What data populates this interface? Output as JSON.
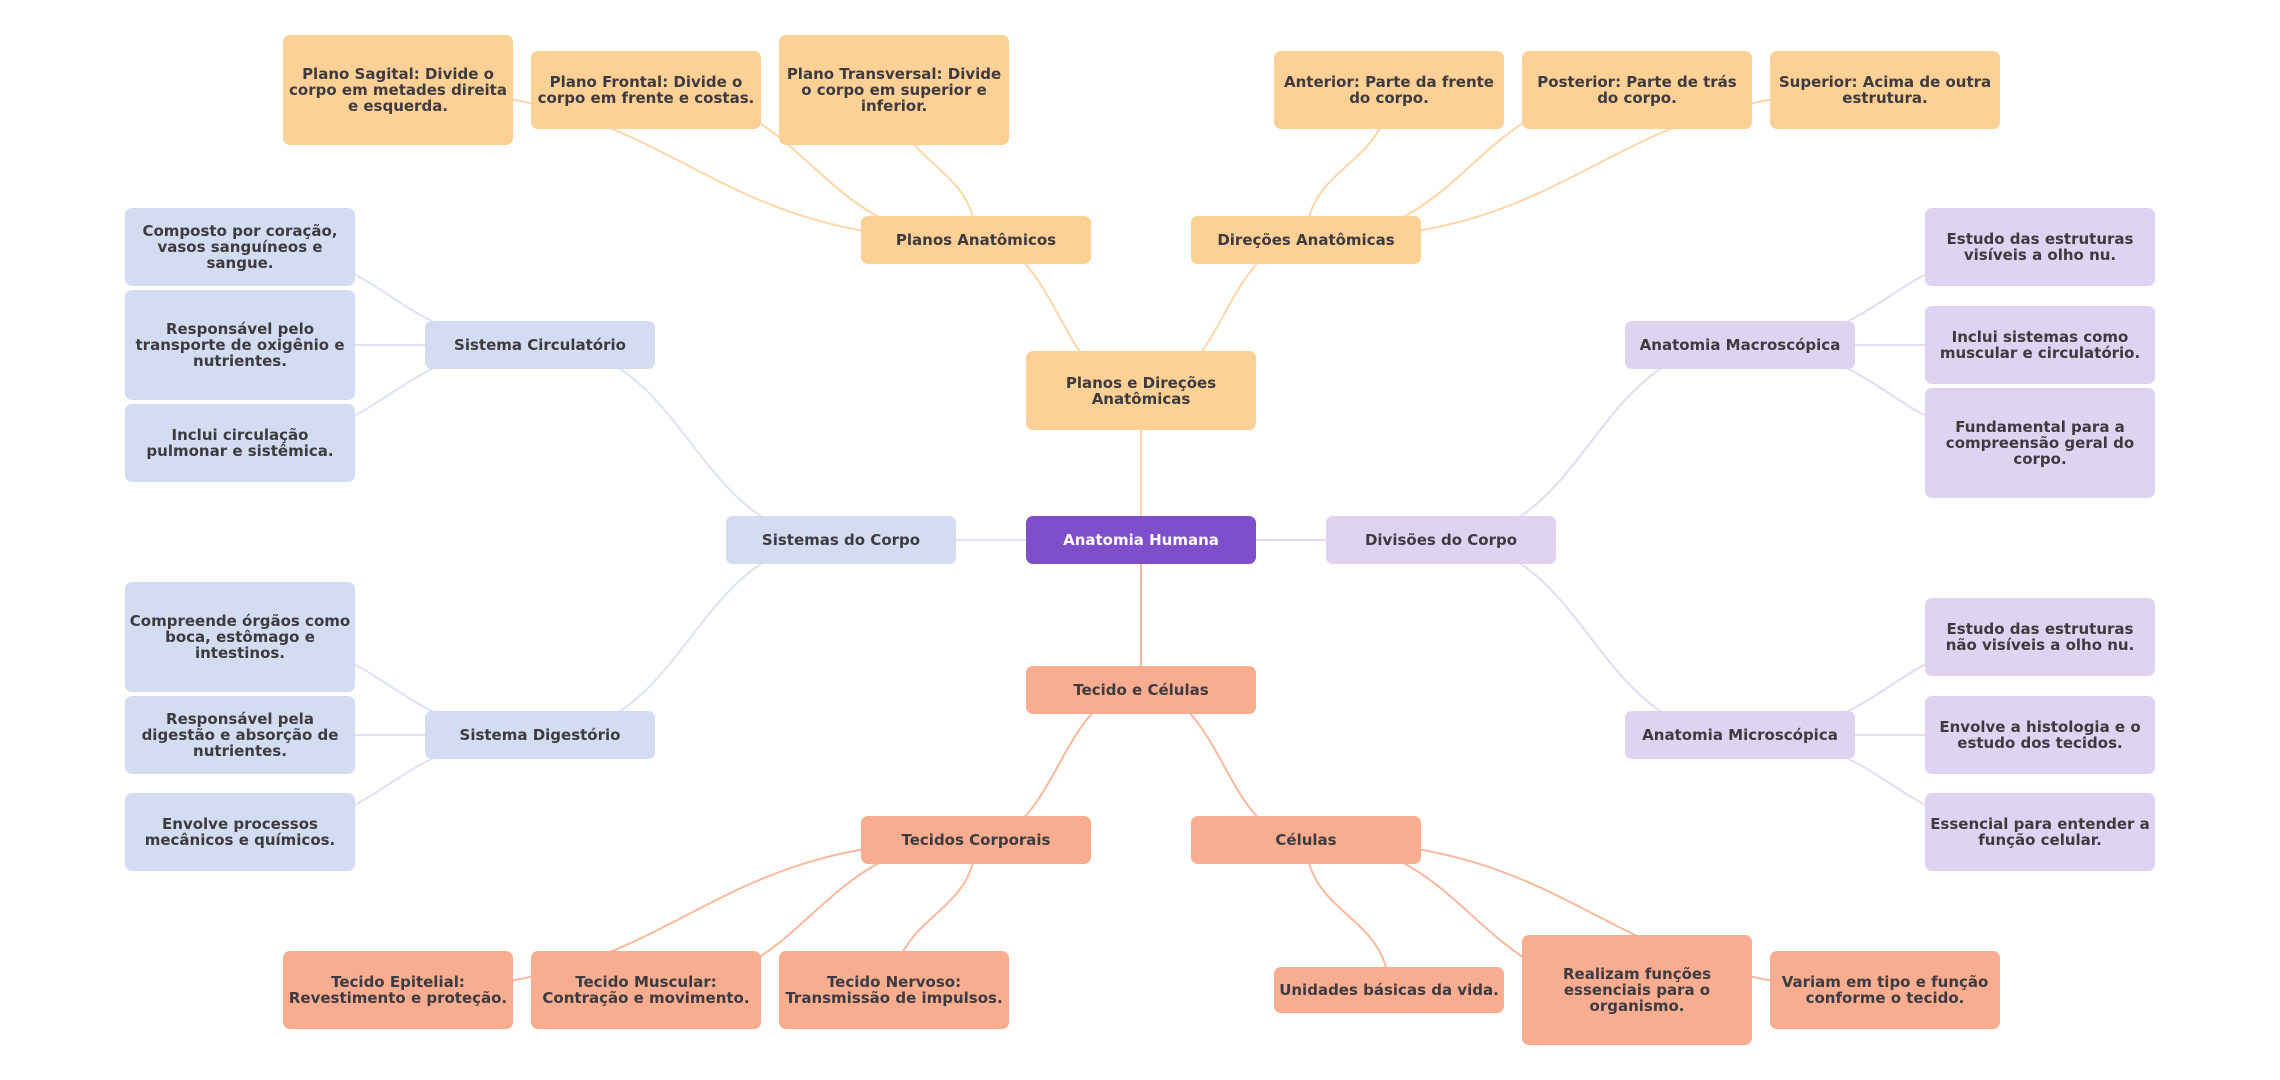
{
  "diagram": {
    "type": "mind-map",
    "colors": {
      "root": "#7f4fcb",
      "orange_branch": "#fdd196",
      "blue_branch": "#d4dcf2",
      "lavender_branch": "#ded3f0",
      "salmon_branch": "#f8ad90",
      "text": "#3d3b40",
      "root_text": "#ffffff"
    },
    "root": {
      "label": "Anatomia Humana"
    },
    "branches": {
      "planos": {
        "label": "Planos e Direções Anatômicas",
        "planos_anatomicos": {
          "label": "Planos Anatômicos",
          "items": [
            "Plano Sagital: Divide o corpo em metades direita e esquerda.",
            "Plano Frontal: Divide o corpo em frente e costas.",
            "Plano Transversal: Divide o corpo em superior e inferior."
          ]
        },
        "direcoes_anatomicas": {
          "label": "Direções Anatômicas",
          "items": [
            "Anterior: Parte da frente do corpo.",
            "Posterior: Parte de trás do corpo.",
            "Superior: Acima de outra estrutura."
          ]
        }
      },
      "sistemas": {
        "label": "Sistemas do Corpo",
        "circulatorio": {
          "label": "Sistema Circulatório",
          "items": [
            "Composto por coração, vasos sanguíneos e sangue.",
            "Responsável pelo transporte de oxigênio e nutrientes.",
            "Inclui circulação pulmonar e sistêmica."
          ]
        },
        "digestorio": {
          "label": "Sistema Digestório",
          "items": [
            "Compreende órgãos como boca, estômago e intestinos.",
            "Responsável pela digestão e absorção de nutrientes.",
            "Envolve processos mecânicos e químicos."
          ]
        }
      },
      "divisoes": {
        "label": "Divisões do Corpo",
        "macroscopica": {
          "label": "Anatomia Macroscópica",
          "items": [
            "Estudo das estruturas visíveis a olho nu.",
            "Inclui sistemas como muscular e circulatório.",
            "Fundamental para a compreensão geral do corpo."
          ]
        },
        "microscopica": {
          "label": "Anatomia Microscópica",
          "items": [
            "Estudo das estruturas não visíveis a olho nu.",
            "Envolve a histologia e o estudo dos tecidos.",
            "Essencial para entender a função celular."
          ]
        }
      },
      "tecido": {
        "label": "Tecido e Células",
        "tecidos_corporais": {
          "label": "Tecidos Corporais",
          "items": [
            "Tecido Epitelial: Revestimento e proteção.",
            "Tecido Muscular: Contração e movimento.",
            "Tecido Nervoso: Transmissão de impulsos."
          ]
        },
        "celulas": {
          "label": "Células",
          "items": [
            "Unidades básicas da vida.",
            "Realizam funções essenciais para o organismo.",
            "Variam em tipo e função conforme o tecido."
          ]
        }
      }
    }
  }
}
